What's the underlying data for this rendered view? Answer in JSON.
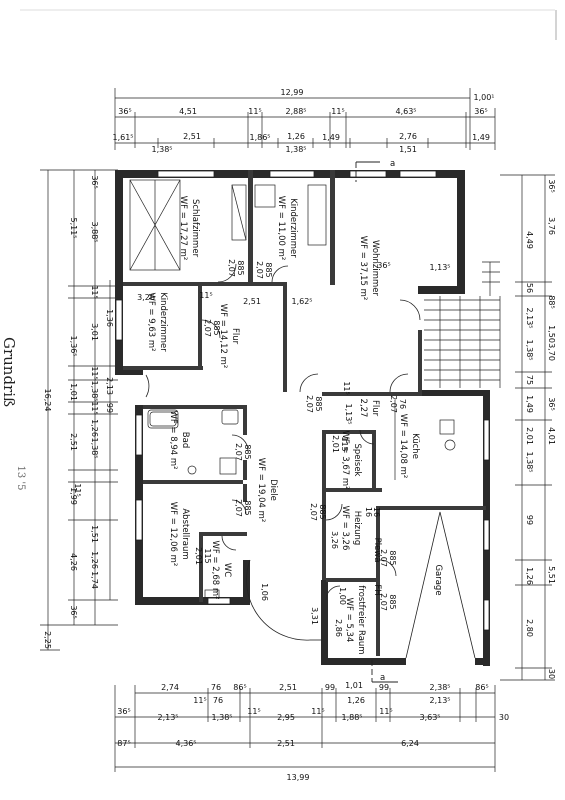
{
  "title": "Grundriß",
  "handwritten_note": "13 '5",
  "rooms": {
    "schlafzimmer": {
      "name": "Schlafzimmer",
      "area": "WF = 17,27 m²"
    },
    "kinderzimmer1": {
      "name": "Kinderzimmer",
      "area": "WF = 11,00 m²"
    },
    "wohnzimmer": {
      "name": "Wohnzimmer",
      "area": "WF = 37,15 m²"
    },
    "kinderzimmer2": {
      "name": "Kinderzimmer",
      "area": "WF = 9,63 m²"
    },
    "flur": {
      "name": "Flur",
      "area": "WF = 14,12 m²"
    },
    "bad": {
      "name": "Bad",
      "area": "WF = 8,94 m²"
    },
    "diele": {
      "name": "Diele",
      "area": "WF = 19,04 m²"
    },
    "abstellraum": {
      "name": "Abstellraum",
      "area": "WF = 12,06 m²"
    },
    "wc": {
      "name": "WC",
      "area": "WF = 2,68 m²"
    },
    "kueche": {
      "name": "Küche",
      "area": "WF = 14,08 m²"
    },
    "speisek": {
      "name": "Speisek",
      "area": "WF = 3,67 m²"
    },
    "heizung": {
      "name": "Heizung",
      "area": "WF = 3,26"
    },
    "plewa": {
      "name": "Plewa",
      "area": "FH"
    },
    "frostfrei": {
      "name": "frostfreier Raum",
      "area": "WF = 5,34"
    },
    "garage": {
      "name": "Garage",
      "area": ""
    },
    "flur2": {
      "name": "Flur",
      "area": "2,27"
    }
  },
  "section_marks": [
    "a",
    "a"
  ],
  "door_labels": [
    "885",
    "2,07",
    "885",
    "2,07",
    "885",
    "2,07",
    "885",
    "2,07",
    "76",
    "2,07",
    "885",
    "2,07",
    "885",
    "2,07",
    "885",
    "2,07",
    "115",
    "2,01",
    "115",
    "2,01",
    "885",
    "2,07",
    "885",
    "2,07"
  ],
  "top_dims": {
    "row1": [
      "12,99",
      "1,00¹"
    ],
    "row2": [
      "36⁵",
      "4,51",
      "11⁵",
      "2,88⁵",
      "11⁵",
      "4,63⁵",
      "36⁵"
    ],
    "row3": [
      "1,61⁵",
      "2,51",
      "1,86⁵",
      "1,26",
      "1,49",
      "2,76",
      "1,49"
    ],
    "row3b": [
      "1,38⁵",
      "1,38⁵",
      "1,51"
    ]
  },
  "bottom_dims": {
    "row1": [
      "2,74",
      "76",
      "86⁵",
      "2,51",
      "99",
      "1,01",
      "99",
      "2,38⁵",
      "86⁵"
    ],
    "row1b": [
      "11⁵",
      "76",
      "1,26",
      "2,13⁵"
    ],
    "row2": [
      "36⁵",
      "2,13⁵",
      "1,38⁵",
      "11⁵",
      "2,95",
      "11⁵",
      "1,88⁵",
      "11⁵",
      "3,63⁵",
      "30"
    ],
    "row3": [
      "87⁵",
      "4,36⁵",
      "2,51",
      "6,24"
    ],
    "row4": [
      "13,99"
    ]
  },
  "left_dims": {
    "outer": [
      "16,24",
      "2,25"
    ],
    "mid": [
      "5,11⁵",
      "1,36⁵",
      "1,01",
      "2,51",
      "1,99",
      "4,26",
      "36⁵"
    ],
    "inner": [
      "36⁵",
      "3,88⁵",
      "11⁵",
      "3,01",
      "11⁵",
      "1,38⁵",
      "11⁵",
      "1,26",
      "1,38⁵",
      "1,51",
      "1,74"
    ],
    "innermost": [
      "1,36",
      "99",
      "2,13",
      "11⁵",
      "1,26"
    ]
  },
  "right_dims": {
    "outer": [
      "4,49",
      "56",
      "2,13⁵",
      "1,38⁵",
      "75",
      "1,49",
      "2,01",
      "1,38⁵",
      "99",
      "1,26",
      "2,80",
      "5,51",
      "30"
    ],
    "inner": [
      "3,76",
      "88⁵",
      "1,50",
      "3,70",
      "36⁵",
      "4,01",
      "36⁵"
    ]
  },
  "interior_dims": [
    "3,26",
    "11⁵",
    "2,51",
    "1,62⁵",
    "36⁵",
    "1,13⁵",
    "1,06",
    "3,31",
    "2,86",
    "11⁵",
    "1,13⁵",
    "16",
    "16",
    "3,26",
    "1,00"
  ]
}
